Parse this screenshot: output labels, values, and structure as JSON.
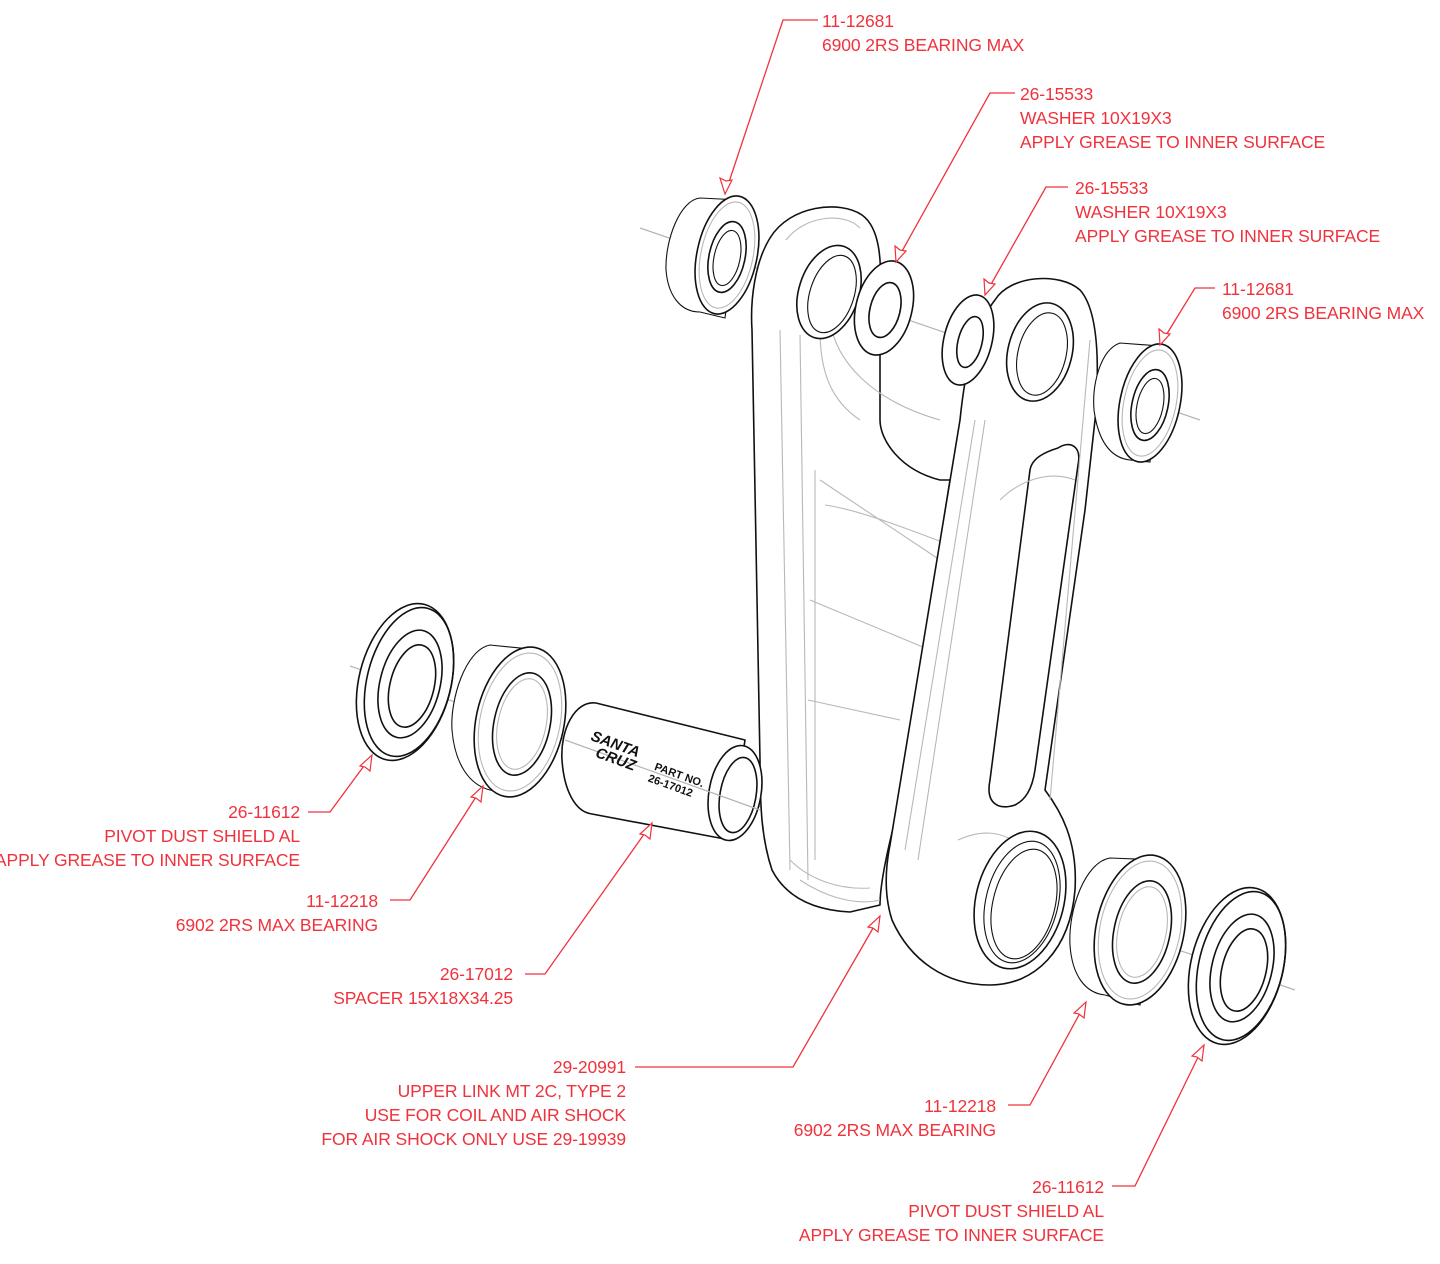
{
  "diagram": {
    "title": "Upper link exploded view",
    "colors": {
      "callout": "#f0323c",
      "line": "#111111",
      "hidden": "#b8b8b8"
    },
    "spacer_print": {
      "brand_line1": "SANTA",
      "brand_line2": "CRUZ",
      "part_label": "PART NO.",
      "part_number": "26-17012"
    },
    "callouts": [
      {
        "part": "11-12681",
        "lines": [
          "6900 2RS BEARING MAX"
        ]
      },
      {
        "part": "26-15533",
        "lines": [
          "WASHER 10X19X3",
          "APPLY GREASE TO INNER SURFACE"
        ]
      },
      {
        "part": "26-15533",
        "lines": [
          "WASHER 10X19X3",
          "APPLY GREASE TO INNER SURFACE"
        ]
      },
      {
        "part": "11-12681",
        "lines": [
          "6900 2RS BEARING MAX"
        ]
      },
      {
        "part": "26-11612",
        "lines": [
          "PIVOT DUST SHIELD AL",
          "APPLY GREASE TO INNER SURFACE"
        ]
      },
      {
        "part": "11-12218",
        "lines": [
          "6902 2RS MAX BEARING"
        ]
      },
      {
        "part": "26-17012",
        "lines": [
          "SPACER 15X18X34.25"
        ]
      },
      {
        "part": "29-20991",
        "lines": [
          "UPPER LINK MT 2C, TYPE 2",
          "USE FOR COIL AND AIR SHOCK",
          "FOR AIR SHOCK ONLY USE 29-19939"
        ]
      },
      {
        "part": "11-12218",
        "lines": [
          "6902 2RS MAX BEARING"
        ]
      },
      {
        "part": "26-11612",
        "lines": [
          "PIVOT DUST SHIELD AL",
          "APPLY GREASE TO INNER SURFACE"
        ]
      }
    ]
  }
}
